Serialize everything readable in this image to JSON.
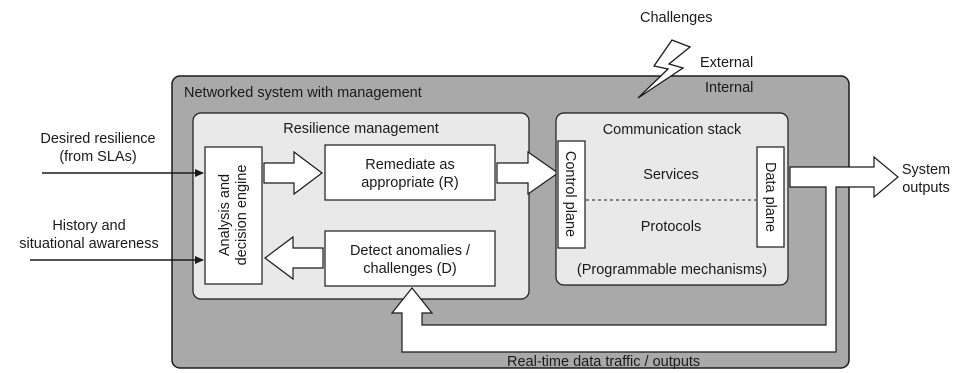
{
  "inputs": {
    "desired_line1": "Desired resilience",
    "desired_line2": "(from SLAs)",
    "history_line1": "History and",
    "history_line2": "situational awareness"
  },
  "challenges": {
    "label": "Challenges",
    "external": "External",
    "internal": "Internal"
  },
  "system": {
    "title": "Networked system with management",
    "traffic_label": "Real-time data traffic / outputs"
  },
  "resilience": {
    "title": "Resilience management",
    "engine_line1": "Analysis and",
    "engine_line2": "decision engine",
    "remediate_line1": "Remediate as",
    "remediate_line2": "appropriate (R)",
    "detect_line1": "Detect anomalies /",
    "detect_line2": "challenges (D)"
  },
  "stack": {
    "title": "Communication stack",
    "control_plane": "Control plane",
    "data_plane": "Data plane",
    "services": "Services",
    "protocols": "Protocols",
    "mechanisms": "(Programmable mechanisms)"
  },
  "outputs": {
    "line1": "System",
    "line2": "outputs"
  },
  "colors": {
    "system_fill": "#a9a9a9",
    "panel_fill": "#e9e9e9",
    "box_fill": "#ffffff",
    "stroke": "#1a1a1a"
  }
}
